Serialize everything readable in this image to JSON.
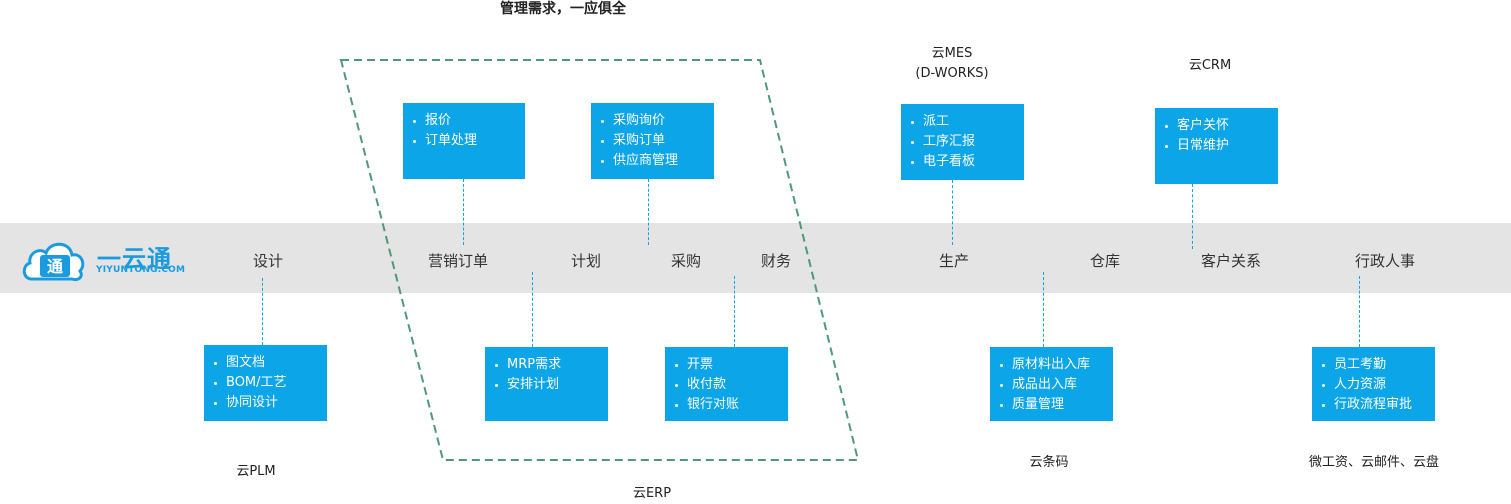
{
  "title": "管理需求，一应俱全",
  "logo": {
    "name": "一云通",
    "sub": "YIYUNTONG.COM"
  },
  "stages": {
    "design": "设计",
    "sales": "营销订单",
    "plan": "计划",
    "purchase": "采购",
    "finance": "财务",
    "production": "生产",
    "warehouse": "仓库",
    "customer": "客户关系",
    "admin": "行政人事"
  },
  "boxes": {
    "sales": [
      "报价",
      "订单处理"
    ],
    "purchase": [
      "采购询价",
      "采购订单",
      "供应商管理"
    ],
    "production": [
      "派工",
      "工序汇报",
      "电子看板"
    ],
    "customer": [
      "客户关怀",
      "日常维护"
    ],
    "design": [
      "图文档",
      "BOM/工艺",
      "协同设计"
    ],
    "plan": [
      "MRP需求",
      "安排计划"
    ],
    "finance": [
      "开票",
      "收付款",
      "银行对账"
    ],
    "warehouse": [
      "原材料出入库",
      "成品出入库",
      "质量管理"
    ],
    "admin": [
      "员工考勤",
      "人力资源",
      "行政流程审批"
    ]
  },
  "captions": {
    "mes_line1": "云MES",
    "mes_line2": "(D-WORKS)",
    "crm": "云CRM",
    "plm": "云PLM",
    "erp": "云ERP",
    "barcode": "云条码",
    "office": "微工资、云邮件、云盘"
  },
  "colors": {
    "box": "#0ba5e8",
    "band": "#e4e4e4",
    "erp_border": "#4e9a78",
    "logo": "#1a9be0"
  }
}
